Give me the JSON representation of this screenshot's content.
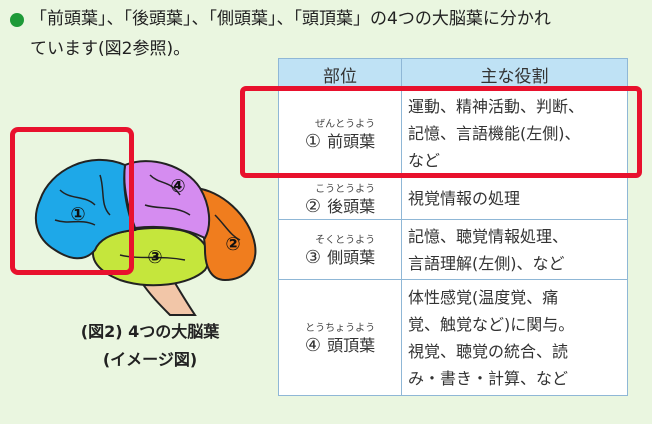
{
  "intro": {
    "line1": "「前頭葉」、「後頭葉」、「側頭葉」、「頭頂葉」の4つの大脳葉に分かれ",
    "line2": "ています(図2参照)。"
  },
  "figure": {
    "labels": [
      "①",
      "②",
      "③",
      "④"
    ],
    "caption_line1": "(図2)  4つの大脳葉",
    "caption_line2": "(イメージ図)",
    "colors": {
      "frontal": "#1ea8e8",
      "occipital": "#f07d1e",
      "temporal": "#c5e63c",
      "parietal": "#d58cf0",
      "brainstem": "#f2c6a8"
    }
  },
  "table": {
    "headers": [
      "部位",
      "主な役割"
    ],
    "rows": [
      {
        "num": "①",
        "ruby": "ぜんとうよう",
        "name": "前頭葉",
        "role": [
          "運動、精神活動、判断、",
          "記憶、言語機能(左側)、",
          "など"
        ]
      },
      {
        "num": "②",
        "ruby": "こうとうよう",
        "name": "後頭葉",
        "role": [
          "視覚情報の処理"
        ]
      },
      {
        "num": "③",
        "ruby": "そくとうよう",
        "name": "側頭葉",
        "role": [
          "記憶、聴覚情報処理、",
          "言語理解(左側)、など"
        ]
      },
      {
        "num": "④",
        "ruby": "とうちょうよう",
        "name": "頭頂葉",
        "role": [
          "体性感覚(温度覚、痛",
          "覚、触覚など)に関与。",
          "視覚、聴覚の統合、読",
          "み・書き・計算、など"
        ]
      }
    ]
  }
}
